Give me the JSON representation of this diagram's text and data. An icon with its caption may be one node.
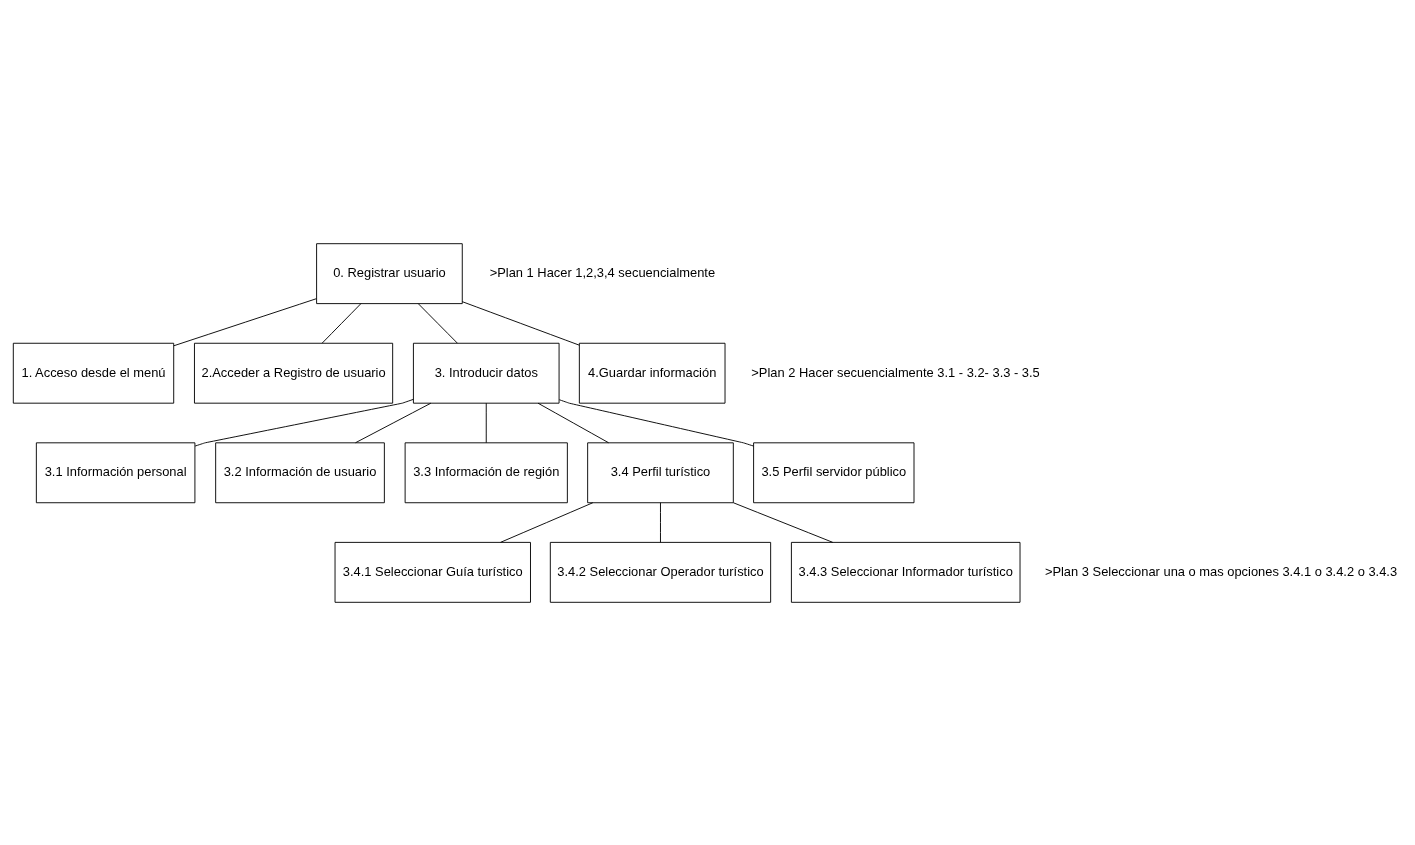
{
  "diagram": {
    "nodes": [
      {
        "text": [
          "0. Registrar usuario"
        ]
      },
      {
        "text": [
          "1. Acceso desde el menú"
        ]
      },
      {
        "text": [
          "2.Acceder a Registro de usuario"
        ]
      },
      {
        "text": [
          "3. Introducir datos"
        ]
      },
      {
        "text": [
          "4.Guardar información"
        ]
      },
      {
        "text": [
          "3.1 Información personal"
        ]
      },
      {
        "text": [
          "3.2 Información de usuario"
        ]
      },
      {
        "text": [
          "3.3 Información de región"
        ]
      },
      {
        "text": [
          "3.4 Perfil turístico"
        ]
      },
      {
        "text": [
          "3.5 Perfil servidor público"
        ]
      },
      {
        "text": [
          "3.4.1 Seleccionar Guía turístico"
        ]
      },
      {
        "text": [
          "3.4.2 Seleccionar Operador turístico"
        ]
      },
      {
        "text": [
          "3.4.3 Seleccionar Informador turístico"
        ]
      }
    ],
    "edges": [
      {
        "from": 0,
        "to": 1,
        "arrow": "none"
      },
      {
        "from": 0,
        "to": 2,
        "arrow": "none"
      },
      {
        "from": 0,
        "to": 3,
        "arrow": "none"
      },
      {
        "from": 0,
        "to": 4,
        "arrow": "none"
      },
      {
        "from": 3,
        "to": 5,
        "arrow": "none"
      },
      {
        "from": 3,
        "to": 6,
        "arrow": "none"
      },
      {
        "from": 3,
        "to": 7,
        "arrow": "none"
      },
      {
        "from": 3,
        "to": 8,
        "arrow": "none"
      },
      {
        "from": 3,
        "to": 9,
        "arrow": "none"
      },
      {
        "from": 8,
        "to": 10,
        "arrow": "none"
      },
      {
        "from": 8,
        "to": 11,
        "arrow": "none"
      },
      {
        "from": 8,
        "to": 12,
        "arrow": "none"
      }
    ],
    "labels": [
      ">Plan 1 Hacer 1,2,3,4 secuencialmente",
      ">Plan 2 Hacer secuencialmente 3.1 - 3.2- 3.3 - 3.5",
      ">Plan 3 Seleccionar una o mas opciones 3.4.1 o 3.4.2 o 3.4.3"
    ]
  }
}
